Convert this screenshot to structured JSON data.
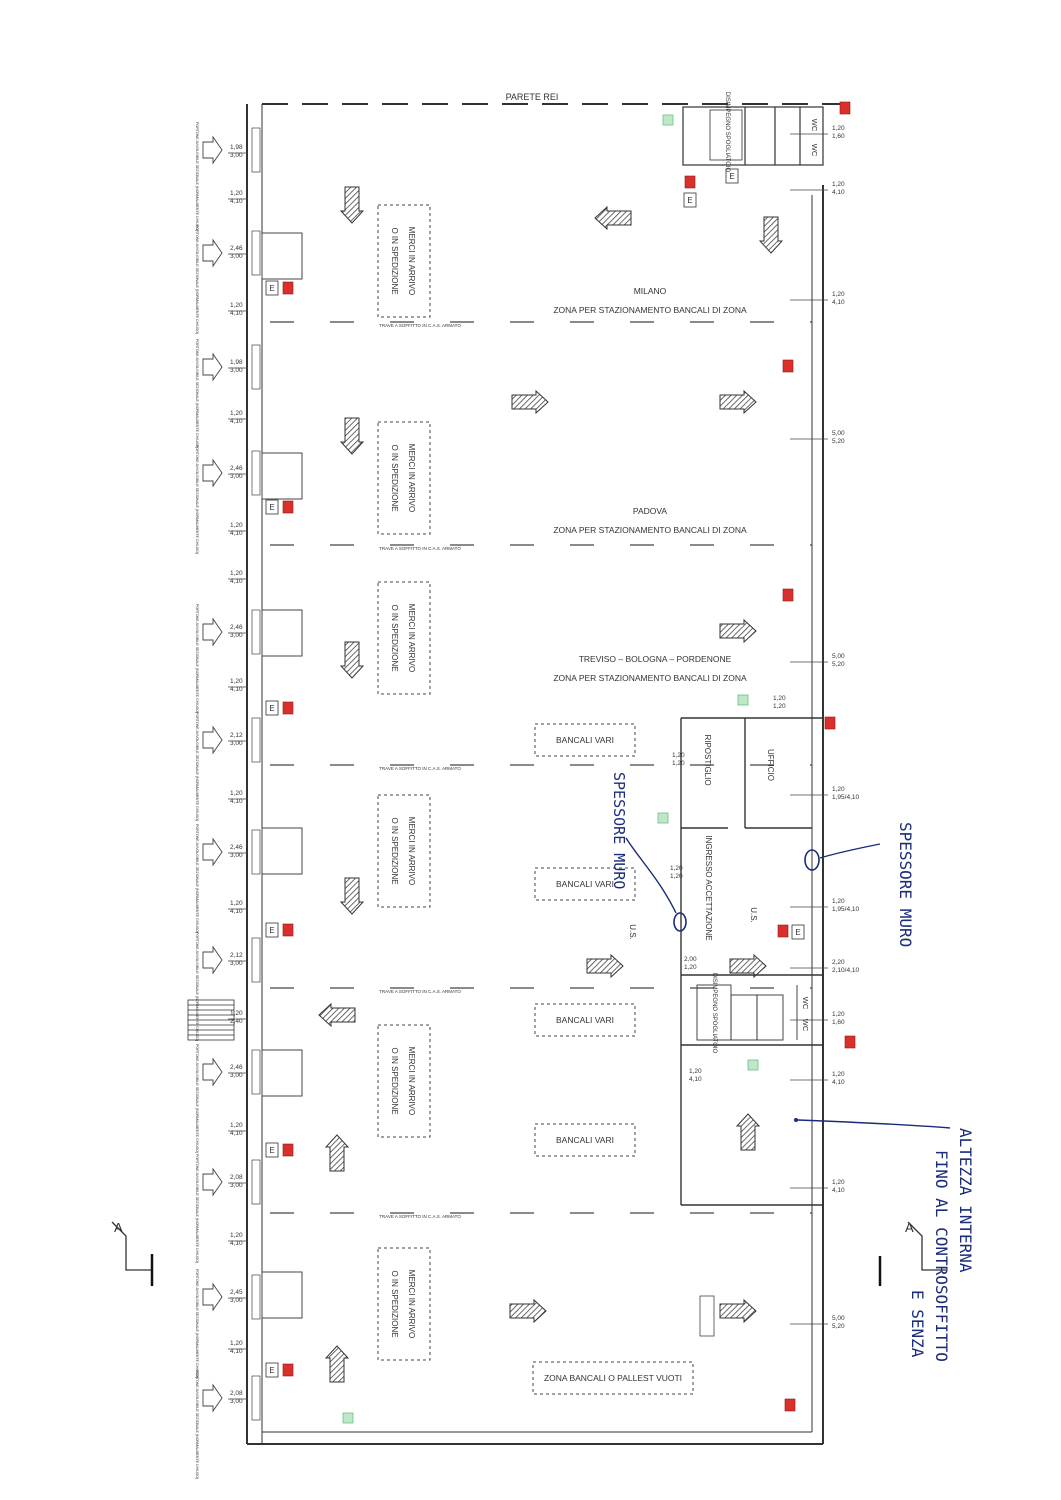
{
  "header": {
    "wall_label": "PARETE REI"
  },
  "zones": [
    {
      "city": "MILANO",
      "desc": "ZONA PER STAZIONAMENTO BANCALI DI ZONA"
    },
    {
      "city": "PADOVA",
      "desc": "ZONA PER STAZIONAMENTO BANCALI DI ZONA"
    },
    {
      "city": "TREVISO  –  BOLOGNA  –  PORDENONE",
      "desc": "ZONA PER STAZIONAMENTO BANCALI DI ZONA"
    }
  ],
  "merci_boxes": {
    "line1": "MERCI IN ARRIVO",
    "line2": "O IN SPEDIZIONE"
  },
  "bancali_vari": [
    "BANCALI VARI",
    "BANCALI VARI",
    "BANCALI VARI",
    "BANCALI VARI"
  ],
  "pallet_zone": "ZONA BANCALI O PALLEST VUOTI",
  "beam_label": "TRAVE A SOFFITTO IN C.A.S. ARMATO",
  "rooms": {
    "ripostiglio": "RIPOSTIGLIO",
    "ufficio": "UFFICIO",
    "ingresso": "INGRESSO ACCETTAZIONE",
    "us1": "U.S.",
    "us2": "U.S.",
    "wc": "WC",
    "spogliatoio": "DISIMPEGNO SPOGLIATOIO"
  },
  "door_labels": [
    "PORTONE AVVOLGIBILE SEZIONALE (NORMALMENTE CHIUSO)"
  ],
  "left_dims": [
    [
      "1,98",
      "3,00"
    ],
    [
      "1,20",
      "4,10"
    ],
    [
      "2,46",
      "3,00"
    ],
    [
      "1,20",
      "4,10"
    ],
    [
      "1,98",
      "3,00"
    ],
    [
      "1,20",
      "4,10"
    ],
    [
      "2,46",
      "3,00"
    ],
    [
      "1,20",
      "4,10"
    ],
    [
      "1,20",
      "4,10"
    ],
    [
      "2,46",
      "3,00"
    ],
    [
      "1,20",
      "4,10"
    ],
    [
      "2,12",
      "3,00"
    ],
    [
      "1,20",
      "4,10"
    ],
    [
      "2,46",
      "3,00"
    ],
    [
      "1,20",
      "4,10"
    ],
    [
      "2,12",
      "3,00"
    ],
    [
      "1,20",
      "2,40"
    ],
    [
      "2,46",
      "3,00"
    ],
    [
      "1,20",
      "4,10"
    ],
    [
      "2,08",
      "3,00"
    ],
    [
      "1,20",
      "4,10"
    ],
    [
      "2,45",
      "3,00"
    ],
    [
      "1,20",
      "4,10"
    ],
    [
      "2,08",
      "3,00"
    ]
  ],
  "right_dims": [
    [
      "1,20",
      "1,60"
    ],
    [
      "1,20",
      "4,10"
    ],
    [
      "1,20",
      "4,10"
    ],
    [
      "5,00",
      "5,20"
    ],
    [
      "5,00",
      "5,20"
    ],
    [
      "1,20",
      "1,95/4,10"
    ],
    [
      "1,20",
      "1,95/4,10"
    ],
    [
      "2,20",
      "2,10/4,10"
    ],
    [
      "1,20",
      "1,60"
    ],
    [
      "1,20",
      "4,10"
    ],
    [
      "1,20",
      "4,10"
    ],
    [
      "5,00",
      "5,20"
    ]
  ],
  "inner_dims": [
    [
      "1,20",
      "1,20"
    ],
    [
      "1,20",
      "1,20"
    ],
    [
      "2,00",
      "1,20"
    ],
    [
      "1,20",
      "4,10"
    ],
    [
      "1,20",
      "1,20"
    ]
  ],
  "section_marker": "A",
  "annotations": {
    "spessore_left": "SPESSORE MURO",
    "spessore_right": "SPESSORE MURO",
    "altezza_line1": "ALTEZZA INTERNA",
    "altezza_line2": "FINO AL CONTROSOFFITTO",
    "altezza_line3": "E SENZA"
  },
  "colors": {
    "ink": "#333333",
    "annotation": "#1a2c7a",
    "extinguisher": "#d9302c",
    "green": "#6fbf86"
  }
}
